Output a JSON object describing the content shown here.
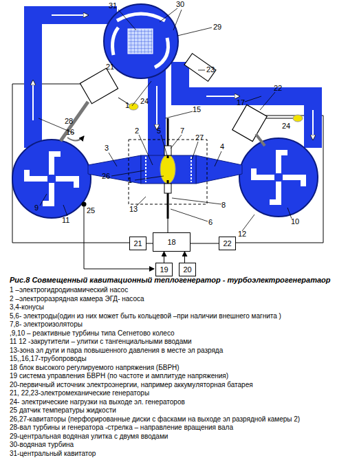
{
  "diagram": {
    "title": "Рис.8 Совмещенный кавитационный теплогенератор - турбоэлектрогенератаор",
    "nodes": [
      {
        "text": [
          "18"
        ]
      },
      {
        "text": [
          "21"
        ]
      },
      {
        "text": [
          "22"
        ]
      },
      {
        "text": [
          "19"
        ]
      },
      {
        "text": [
          "20"
        ]
      }
    ],
    "edges": [
      {
        "from": 1,
        "to": 0,
        "arrow": "none"
      },
      {
        "from": 0,
        "to": 2,
        "arrow": "none"
      },
      {
        "from": 3,
        "to": 0,
        "arrow": "to"
      },
      {
        "from": 4,
        "to": 0,
        "arrow": "to"
      }
    ],
    "labels": [
      "31",
      "30",
      "29",
      "23",
      "16",
      "21",
      "24",
      "28",
      "17",
      "22",
      "24",
      "1",
      "15",
      "2",
      "5",
      "7",
      "27",
      "3",
      "4",
      "26",
      "1",
      "13",
      "8",
      "6",
      "9",
      "11",
      "25",
      "12",
      "10",
      "1 –электрогидродинамический насос",
      "2 –электроразрядная камера ЭГД- насоса",
      "3,4-конусы",
      "5,6- электроды(один из них может быть кольцевой –при наличии внешнего магнита )",
      "7,8- электроизоляторы",
      ",9,10 – реактивные турбины типа Сегнетово колесо",
      "11 12 -закрутители – улитки с тангенциальными вводами",
      "13-зона эл дуги и пара повышенного давления в месте эл разряда",
      "15,,16,17-трубопроводы",
      "18 блок высокого регулируемого напряжения (БВРН)",
      "19 система управления БВРН (по частоте и амплитуде напряжения)",
      "20-первичный источник электроэнергии, например аккумуляторная батарея",
      "21, 22,23-электромеханические генераторы",
      "24- электрические нагрузки на выходе эл. генераторов",
      "25 датчик температуры жидкости",
      "26,27-кавитаторы (перфорированные диски с фасками на выходе эл разрядной камеры 2)",
      "28-вал турбины и генератора -стрелка – направление вращения вала",
      "29-центральная водяная улитка с двумя вводами",
      "30-водяная турбина",
      "31-центральный кавитатор"
    ]
  }
}
